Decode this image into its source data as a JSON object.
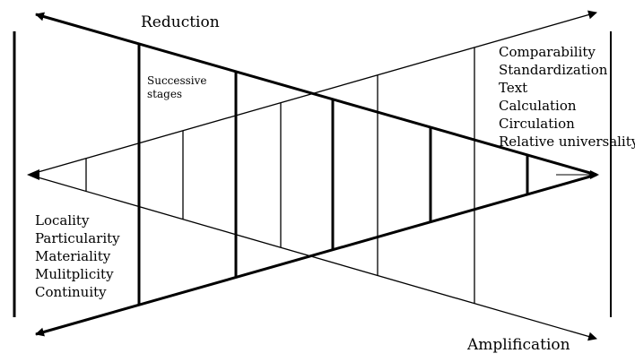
{
  "labels": {
    "reduction": "Reduction",
    "amplification": "Amplification",
    "successive_stages": "Successive\nstages"
  },
  "left_list": [
    "Locality",
    "Particularity",
    "Materiality",
    "Mulitplicity",
    "Continuity"
  ],
  "right_list": [
    "Comparability",
    "Standardization",
    "Text",
    "Calculation",
    "Circulation",
    "Relative universality"
  ],
  "colors": {
    "ink": "#000000",
    "background": "#ffffff"
  }
}
